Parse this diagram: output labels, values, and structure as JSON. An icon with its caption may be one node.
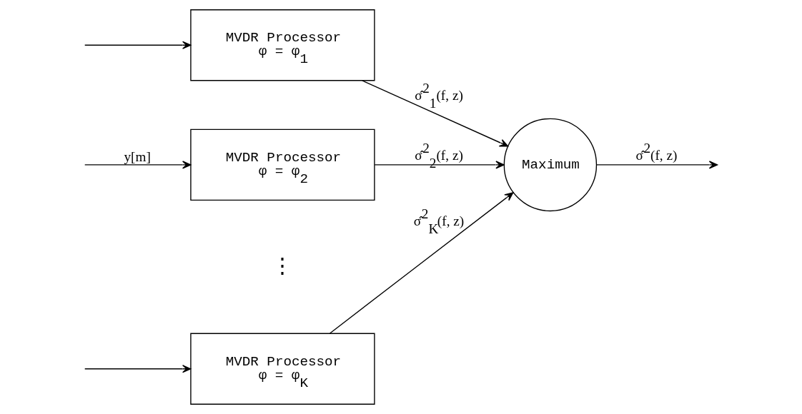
{
  "diagram": {
    "nodes": [
      {
        "text": [
          "MVDR Processor",
          "φ = φ$_{1}$"
        ]
      },
      {
        "text": [
          "MVDR Processor",
          "φ = φ$_{2}$"
        ]
      },
      {
        "text": [
          "MVDR Processor",
          "φ = φ$_{K}$"
        ]
      },
      {
        "text": [
          "Maximum"
        ]
      }
    ],
    "edges": [
      {
        "from": null,
        "to": 0,
        "arrow": "to"
      },
      {
        "from": null,
        "to": 1,
        "arrow": "to",
        "label": "y[m]"
      },
      {
        "from": null,
        "to": 2,
        "arrow": "to"
      },
      {
        "from": 0,
        "to": 3,
        "arrow": "to",
        "label": "σ̂$^{2}$$_{1}$(f, z)"
      },
      {
        "from": 1,
        "to": 3,
        "arrow": "to",
        "label": "σ̂$^{2}$$_{2}$(f, z)"
      },
      {
        "from": 2,
        "to": 3,
        "arrow": "to",
        "label": "σ̂$^{2}$$_{K}$(f, z)"
      },
      {
        "from": 3,
        "to": null,
        "arrow": "to",
        "label": "σ̂$^{2}$(f, z)"
      }
    ],
    "labels": [
      "⋮"
    ]
  }
}
